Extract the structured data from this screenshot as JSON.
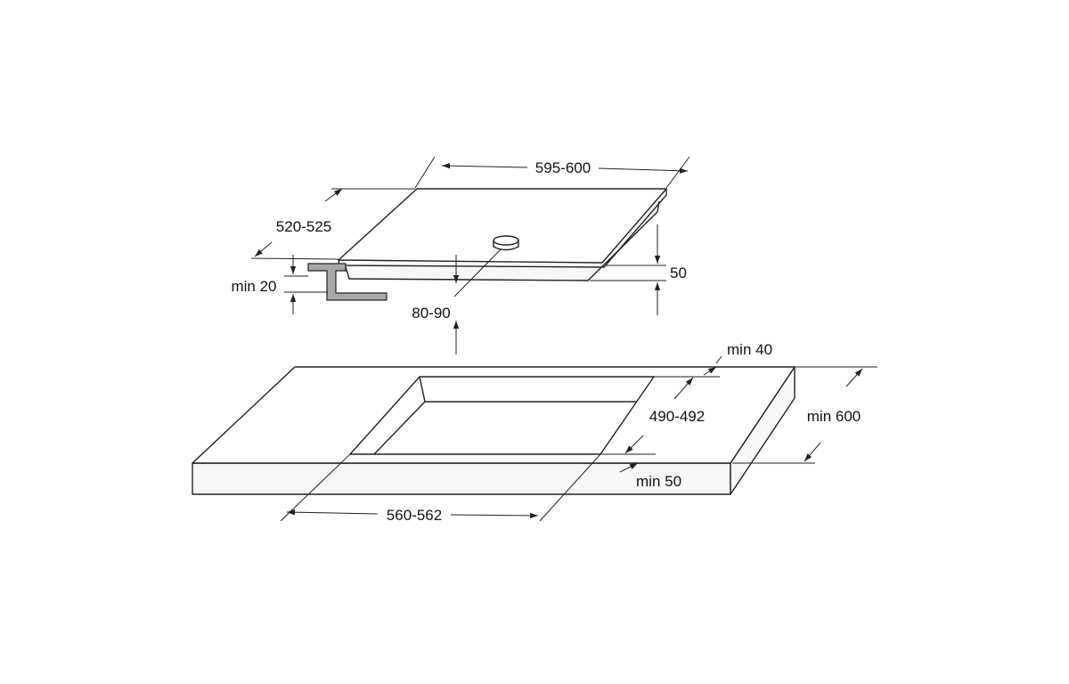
{
  "diagram": {
    "hob": {
      "width_label": "595-600",
      "depth_label": "520-525",
      "height_label": "50",
      "cutout_depth_label": "80-90",
      "clearance_label": "min 20"
    },
    "countertop": {
      "back_margin_label": "min 40",
      "depth_label": "min 600",
      "cutout_depth_label": "490-492",
      "front_margin_label": "min 50",
      "cutout_width_label": "560-562"
    }
  },
  "colors": {
    "line": "#222222",
    "bracket": "#a8a8a8",
    "background": "#ffffff"
  }
}
